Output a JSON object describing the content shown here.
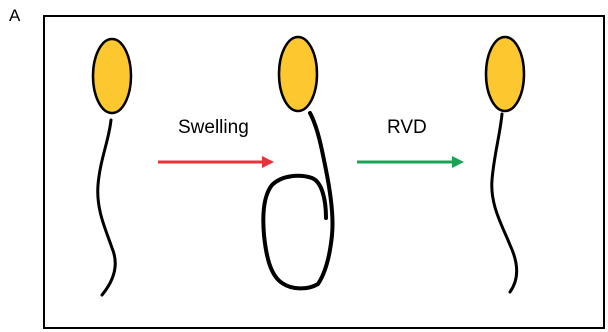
{
  "panel_label": "A",
  "steps": {
    "swelling": {
      "label": "Swelling",
      "color": "#e8333a"
    },
    "rvd": {
      "label": "RVD",
      "color": "#1aa356"
    }
  },
  "cell": {
    "head_color": "#fcc72f",
    "outline_color": "#000000"
  },
  "stages": [
    "normal-sperm",
    "swollen-sperm-coiled-tail",
    "recovered-sperm"
  ]
}
